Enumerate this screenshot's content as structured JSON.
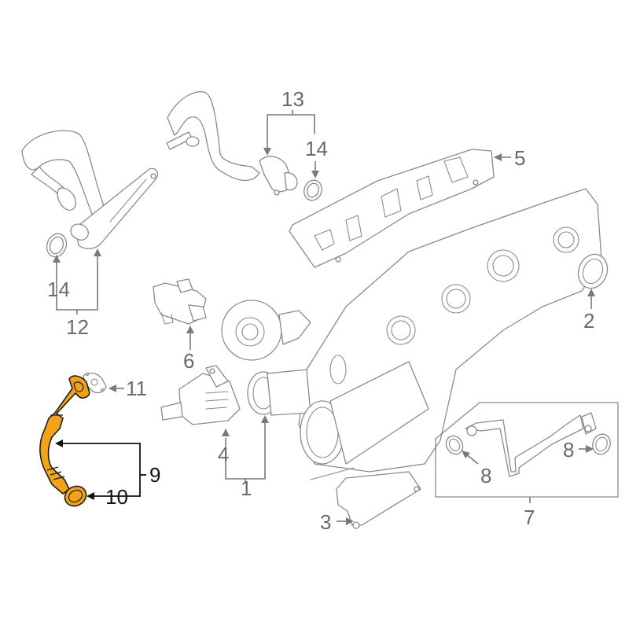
{
  "diagram": {
    "type": "exploded-parts-diagram",
    "subject": "turbocharger assembly",
    "colors": {
      "line": "#8a8a8a",
      "label": "#6b6b6b",
      "highlight_fill": "#f5a21b",
      "highlight_outline": "#1e1e1e",
      "highlight_label": "#111111",
      "background": "#ffffff"
    },
    "callouts": [
      {
        "id": "c1",
        "label": "1",
        "part": "turbocharger",
        "highlighted": false
      },
      {
        "id": "c2",
        "label": "2",
        "part": "seal ring",
        "highlighted": false
      },
      {
        "id": "c3",
        "label": "3",
        "part": "support bracket",
        "highlighted": false
      },
      {
        "id": "c4",
        "label": "4",
        "part": "wastegate actuator",
        "highlighted": false
      },
      {
        "id": "c5",
        "label": "5",
        "part": "heat shield",
        "highlighted": false
      },
      {
        "id": "c6",
        "label": "6",
        "part": "vacuum solenoid valve",
        "highlighted": false
      },
      {
        "id": "c7",
        "label": "7",
        "part": "oil feed line kit",
        "highlighted": false
      },
      {
        "id": "c8a",
        "label": "8",
        "part": "gasket (left)",
        "highlighted": false
      },
      {
        "id": "c8b",
        "label": "8",
        "part": "gasket (right)",
        "highlighted": false
      },
      {
        "id": "c9",
        "label": "9",
        "part": "oil return line",
        "highlighted": true
      },
      {
        "id": "c10",
        "label": "10",
        "part": "return line gasket",
        "highlighted": true
      },
      {
        "id": "c11",
        "label": "11",
        "part": "flange gasket",
        "highlighted": false
      },
      {
        "id": "c12",
        "label": "12",
        "part": "coolant pipe (left)",
        "highlighted": false
      },
      {
        "id": "c13",
        "label": "13",
        "part": "coolant pipe (upper)",
        "highlighted": false
      },
      {
        "id": "c14a",
        "label": "14",
        "part": "o-ring (left)",
        "highlighted": false
      },
      {
        "id": "c14b",
        "label": "14",
        "part": "o-ring (upper)",
        "highlighted": false
      }
    ]
  }
}
